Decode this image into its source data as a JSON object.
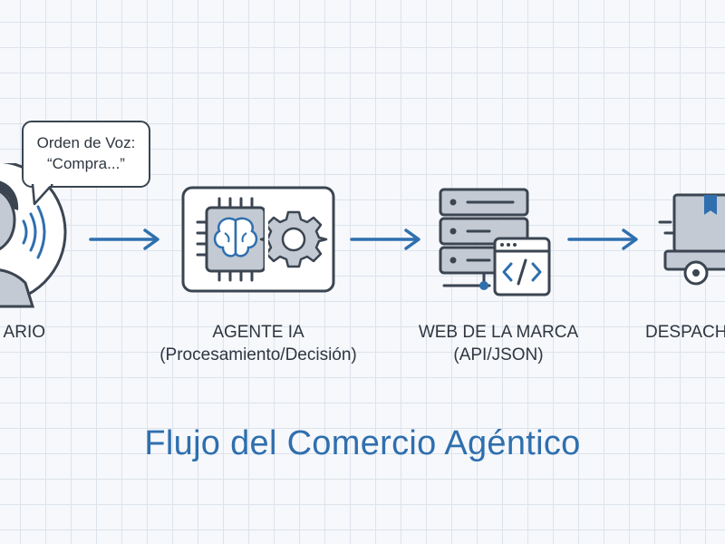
{
  "bubble": {
    "line1": "Orden de Voz:",
    "line2": "“Compra...”"
  },
  "nodes": [
    {
      "id": "user",
      "label_line1": "ARIO",
      "label_line2": ""
    },
    {
      "id": "agent",
      "label_line1": "AGENTE IA",
      "label_line2": "(Procesamiento/Decisión)"
    },
    {
      "id": "web",
      "label_line1": "WEB DE LA MARCA",
      "label_line2": "(API/JSON)"
    },
    {
      "id": "dispatch",
      "label_line1": "DESPACH",
      "label_line2": ""
    }
  ],
  "icons": {
    "user": "person-with-sound-waves-icon",
    "agent": "ai-brain-chip-gear-icon",
    "web": "server-with-code-window-icon",
    "dispatch": "delivery-truck-icon",
    "arrows": "arrow-right-icon"
  },
  "title": "Flujo del Comercio Agéntico",
  "colors": {
    "outline": "#3b4552",
    "fill_gray": "#c3cad3",
    "fill_light": "#eef1f5",
    "accent_blue": "#2f6fae",
    "title_blue": "#2f6fae"
  }
}
